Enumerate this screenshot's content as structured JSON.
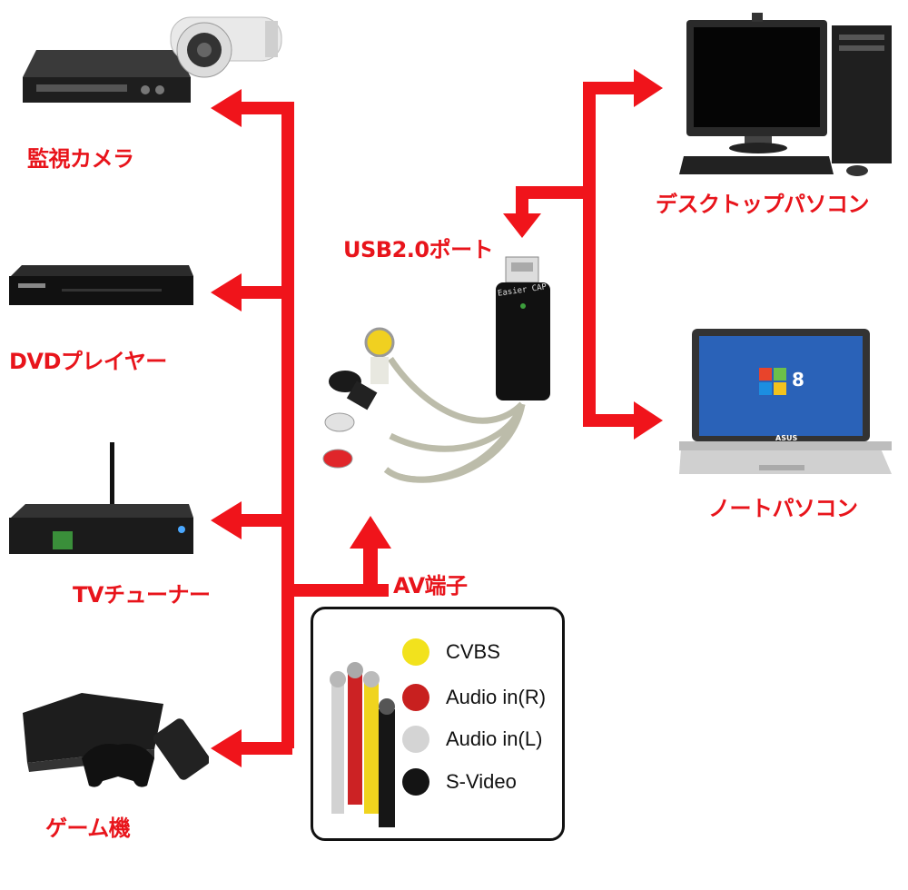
{
  "devices_left": [
    {
      "id": "camera",
      "label": "監視カメラ",
      "icon": "security-camera-dvr-icon"
    },
    {
      "id": "dvd",
      "label": "DVDプレイヤー",
      "icon": "dvd-player-icon"
    },
    {
      "id": "tuner",
      "label": "TVチューナー",
      "icon": "tv-tuner-icon"
    },
    {
      "id": "game",
      "label": "ゲーム機",
      "icon": "game-console-icon"
    }
  ],
  "devices_right": [
    {
      "id": "desktop",
      "label": "デスクトップパソコン",
      "icon": "desktop-computer-icon"
    },
    {
      "id": "laptop",
      "label": "ノートパソコン",
      "icon": "laptop-icon"
    }
  ],
  "center": {
    "usb_label": "USB2.0ポート",
    "av_label": "AV端子",
    "device_icon": "usb-capture-cable-icon",
    "device_text": "Easier CAP"
  },
  "laptop_screen_text": "8",
  "laptop_brand": "ASUS",
  "legend": {
    "items": [
      {
        "label": "CVBS",
        "color": "#f2e21d"
      },
      {
        "label": "Audio in(R)",
        "color": "#c8201f"
      },
      {
        "label": "Audio in(L)",
        "color": "#d4d4d4"
      },
      {
        "label": "S-Video",
        "color": "#141414"
      }
    ]
  },
  "colors": {
    "arrow": "#f0141b",
    "label": "#e8141b"
  }
}
